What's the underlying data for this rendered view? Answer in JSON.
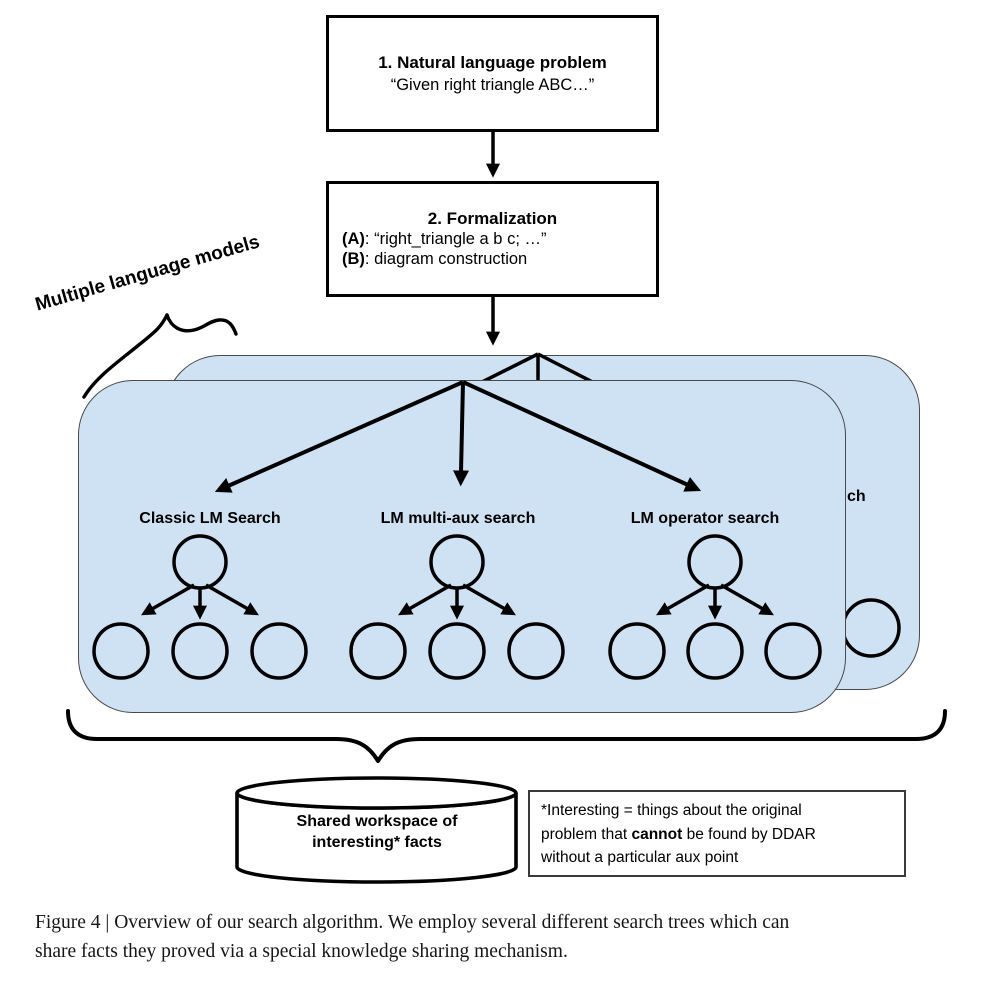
{
  "flow": {
    "box1": {
      "title": "1. Natural language problem",
      "subtitle": "“Given right triangle ABC…”"
    },
    "box2": {
      "title": "2. Formalization",
      "item_a_label": "(A)",
      "item_a_text": ": “right_triangle a b c; …”",
      "item_b_label": "(B)",
      "item_b_text": ": diagram construction"
    }
  },
  "models_label": "Multiple language models",
  "panels": {
    "trees": [
      {
        "label": "Classic LM Search"
      },
      {
        "label": "LM multi-aux search"
      },
      {
        "label": "LM operator search"
      }
    ],
    "back_partial_label": "ch"
  },
  "workspace": {
    "line1": "Shared workspace of",
    "line2": "interesting* facts"
  },
  "note": {
    "line1": "*Interesting = things about the original",
    "line2_pre": "problem that ",
    "line2_bold": "cannot",
    "line2_post": " be found by DDAR",
    "line3": "without a particular aux point"
  },
  "caption": {
    "line1": "Figure 4 | Overview of our search algorithm. We employ several different search trees which can",
    "line2": "share facts they proved via a special knowledge sharing mechanism."
  },
  "colors": {
    "panel_fill": "#cfe2f3",
    "panel_border": "#4a4a4a",
    "ink": "#000000"
  }
}
